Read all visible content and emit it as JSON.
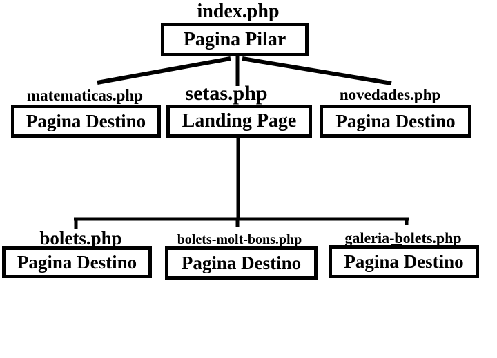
{
  "diagram": {
    "title": "site structure tree",
    "colors": {
      "line": "#000000",
      "text": "#000000",
      "background": "#ffffff"
    },
    "root": {
      "file_label": "index.php",
      "node_label": "Pagina Pilar"
    },
    "level2": [
      {
        "file_label": "matematicas.php",
        "node_label": "Pagina Destino"
      },
      {
        "file_label": "setas.php",
        "node_label": "Landing Page"
      },
      {
        "file_label": "novedades.php",
        "node_label": "Pagina Destino"
      }
    ],
    "level3": [
      {
        "file_label": "bolets.php",
        "node_label": "Pagina Destino"
      },
      {
        "file_label": "bolets-molt-bons.php",
        "node_label": "Pagina Destino"
      },
      {
        "file_label": "galeria-bolets.php",
        "node_label": "Pagina Destino"
      }
    ]
  }
}
